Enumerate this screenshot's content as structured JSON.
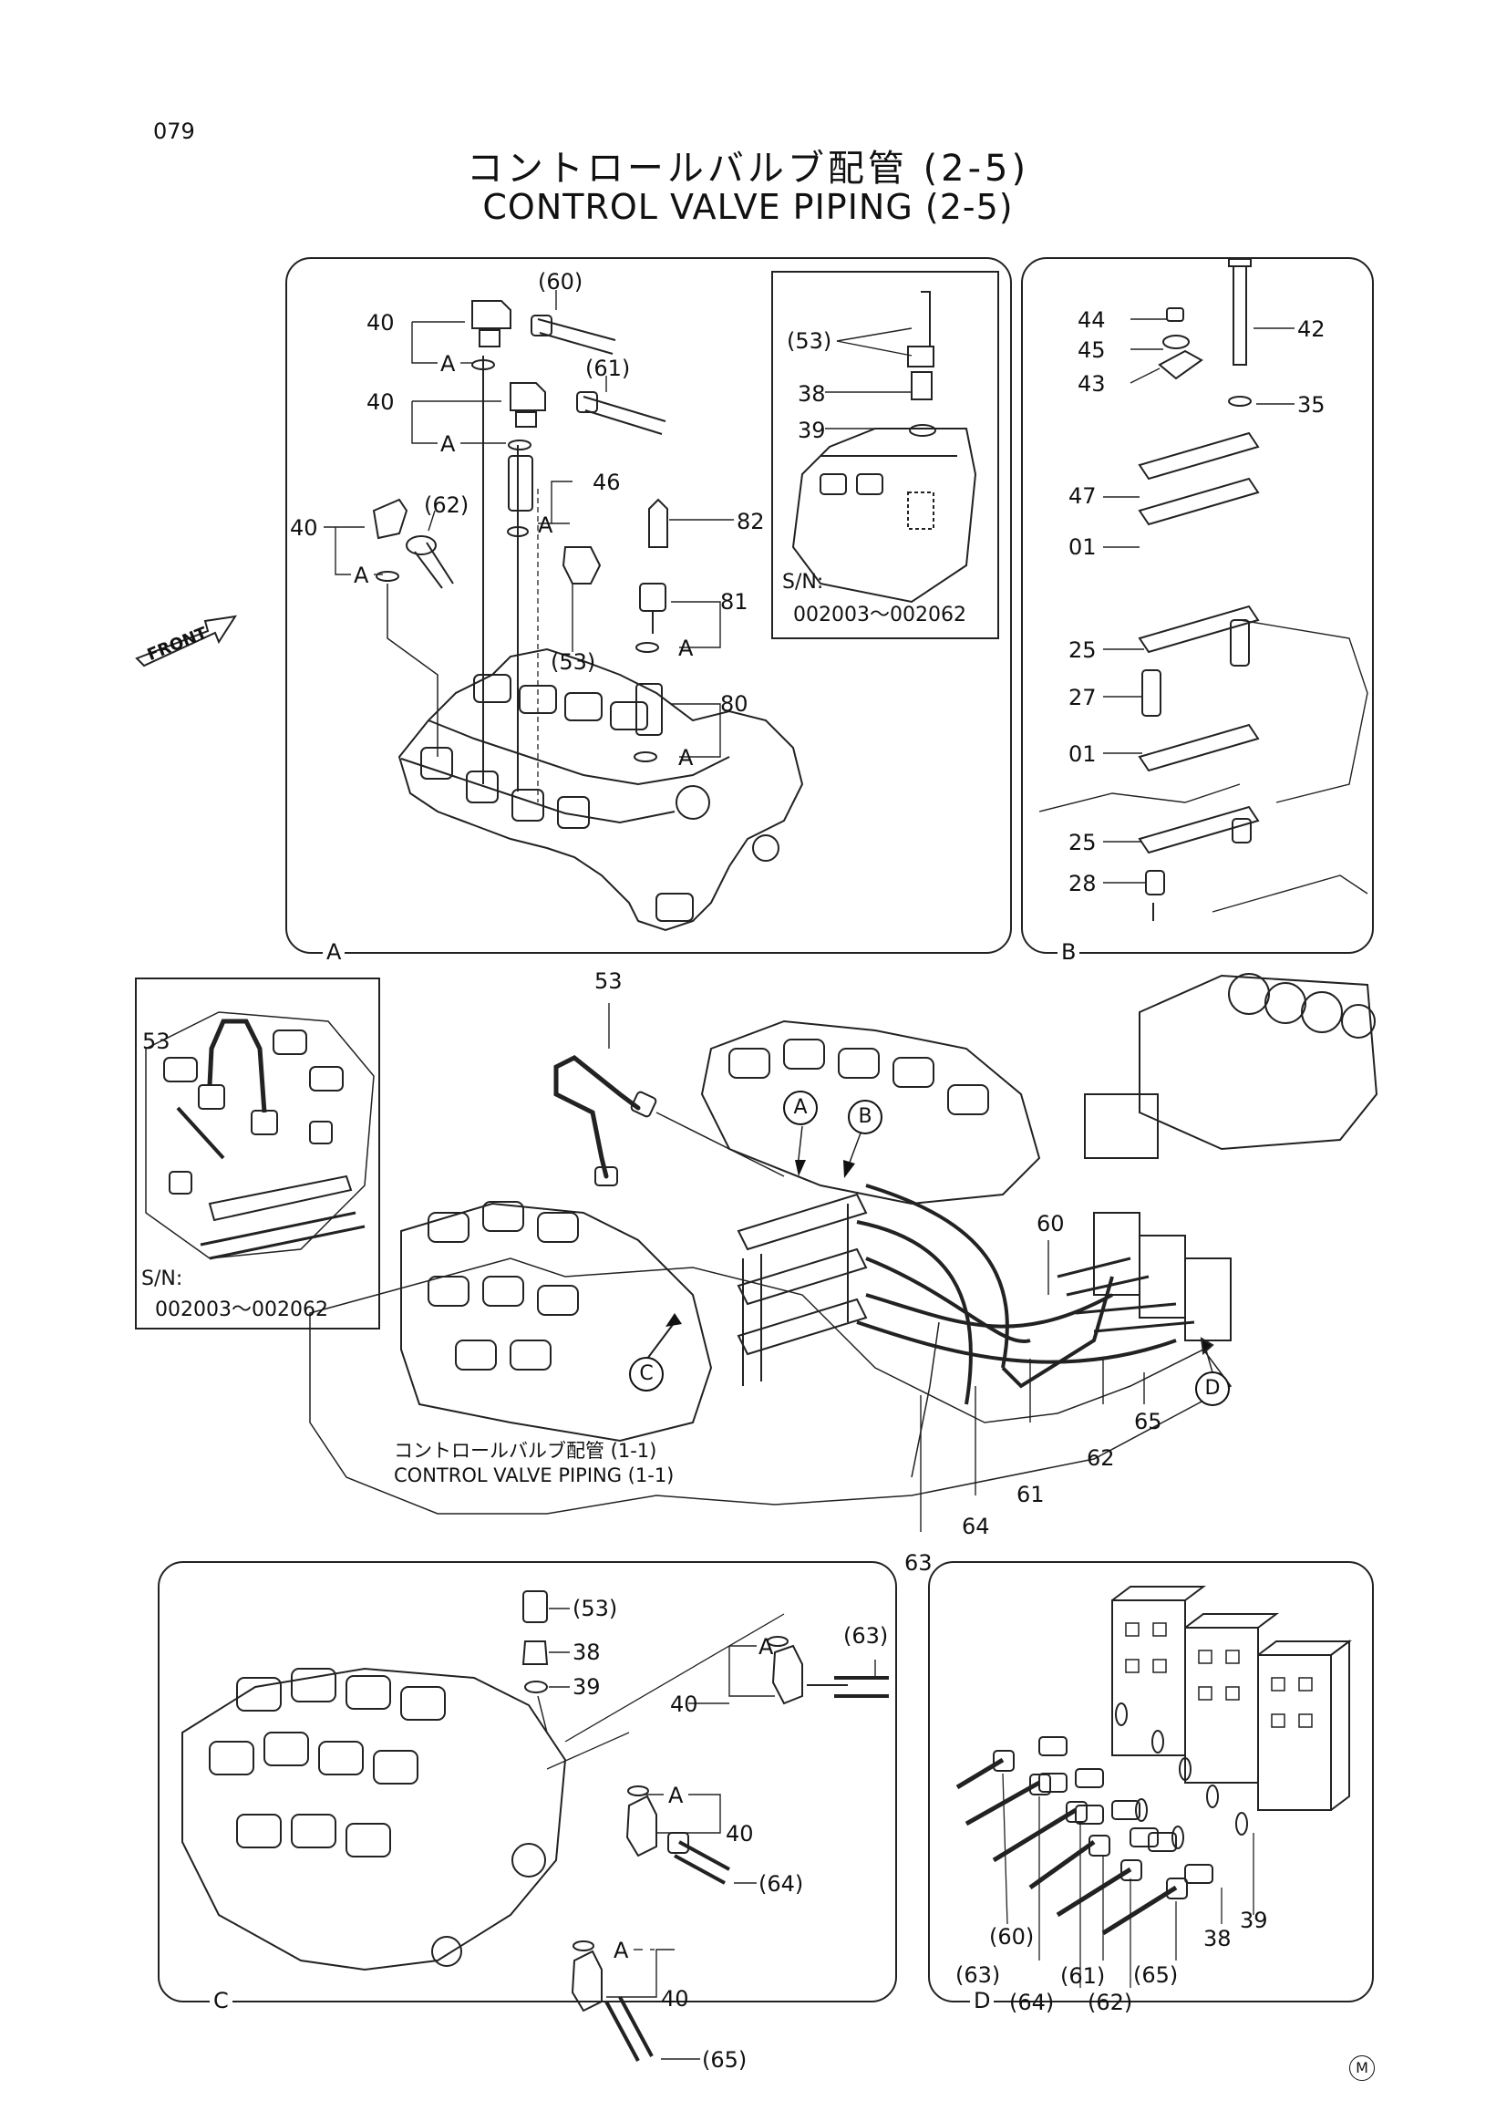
{
  "page_number": "079",
  "title_jp": "コントロールバルブ配管 (2-5)",
  "title_en": "CONTROL VALVE PIPING (2-5)",
  "front_label": "FRONT",
  "panels": {
    "a": {
      "letter": "A",
      "labels": [
        "(60)",
        "40",
        "(61)",
        "40",
        "46",
        "(62)",
        "40",
        "82",
        "81",
        "(53)",
        "80"
      ],
      "a_marks": [
        "A",
        "A",
        "A",
        "A",
        "A",
        "A"
      ],
      "inset": {
        "labels": [
          "(53)",
          "38",
          "39"
        ],
        "sn_label": "S/N:",
        "sn_range": "002003～002062"
      }
    },
    "b": {
      "letter": "B",
      "labels": [
        "44",
        "45",
        "43",
        "42",
        "35",
        "47",
        "01",
        "25",
        "27",
        "01",
        "25",
        "28"
      ]
    },
    "main": {
      "labels": [
        "53",
        "60",
        "62",
        "61",
        "65",
        "64",
        "63"
      ],
      "callouts": [
        "A",
        "B",
        "C",
        "D"
      ],
      "ref_jp": "コントロールバルブ配管 (1-1)",
      "ref_en": "CONTROL VALVE PIPING (1-1)",
      "inset": {
        "label": "53",
        "sn_label": "S/N:",
        "sn_range": "002003～002062"
      }
    },
    "c": {
      "letter": "C",
      "labels": [
        "(53)",
        "38",
        "39",
        "(63)",
        "40",
        "40",
        "(64)",
        "40",
        "(65)"
      ],
      "a_marks": [
        "A",
        "A",
        "A"
      ]
    },
    "d": {
      "letter": "D",
      "labels": [
        "(60)",
        "(63)",
        "(64)",
        "(61)",
        "(62)",
        "(65)",
        "38",
        "39"
      ]
    }
  },
  "corner_mark": "M"
}
